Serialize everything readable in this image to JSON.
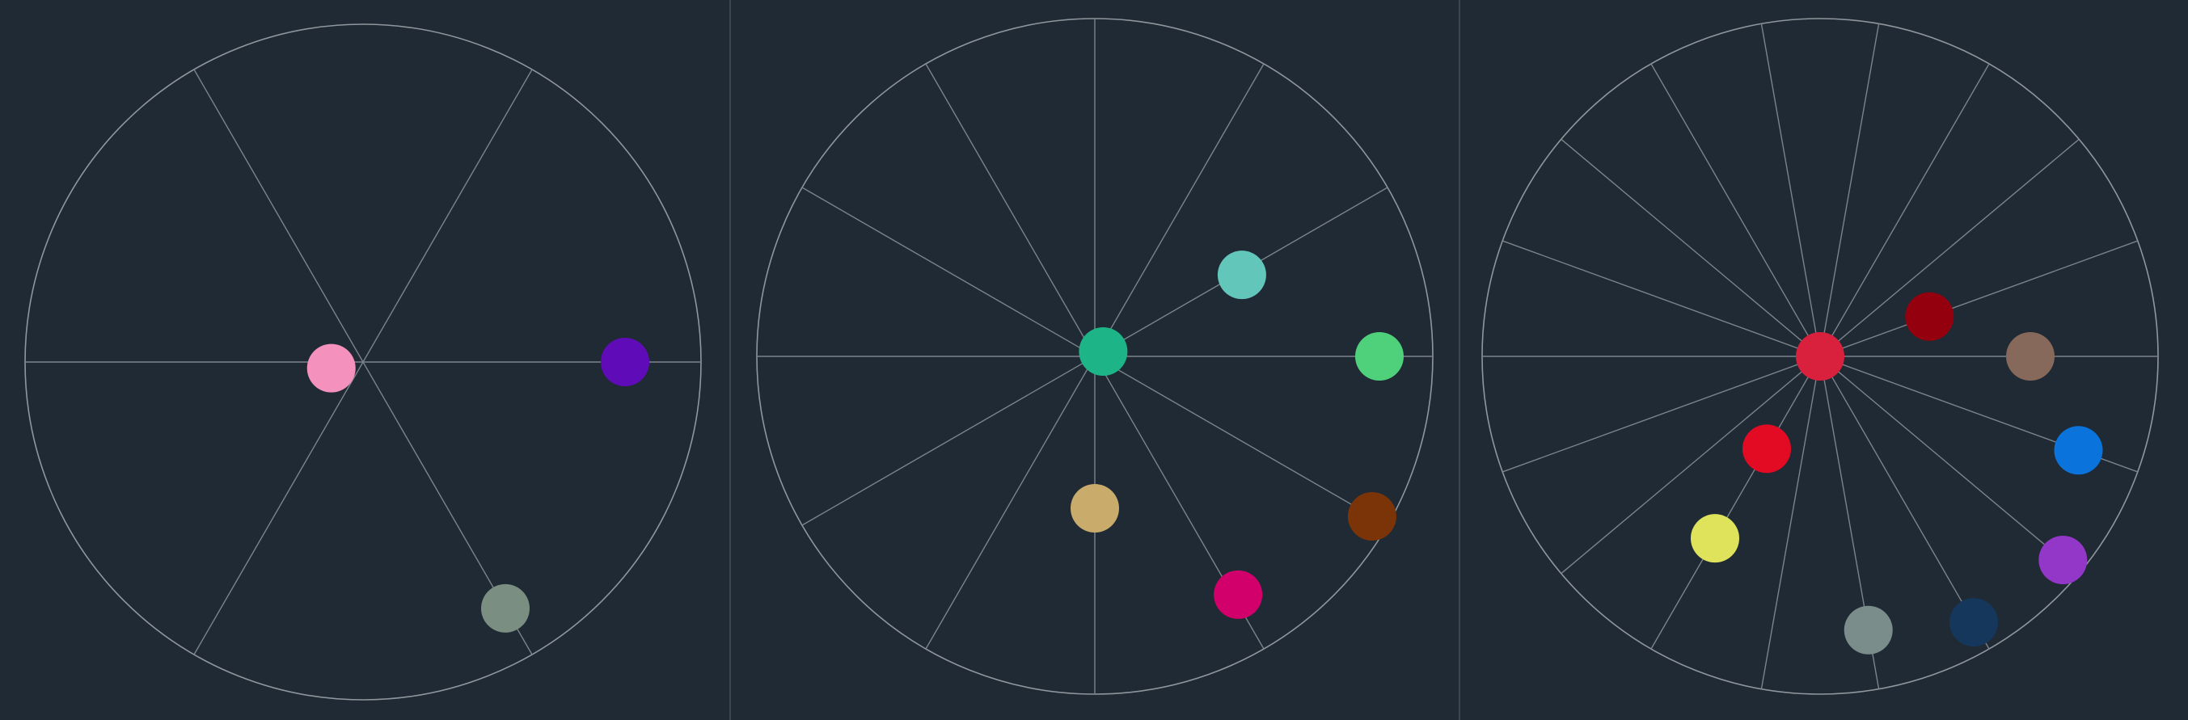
{
  "theme": {
    "background": "#202a34",
    "divider": "#3a4552",
    "wheel_stroke": "#8f969d",
    "spoke_stroke": "#7b838b"
  },
  "panels": [
    {
      "name": "wheel-3-axes",
      "axes": 3,
      "markers": [
        {
          "name": "pink-marker",
          "color": "#f492bd",
          "angle_deg": 191,
          "radius": 0.1
        },
        {
          "name": "purple-marker",
          "color": "#5f0bb7",
          "angle_deg": 0,
          "radius": 0.81
        },
        {
          "name": "gray-green-marker",
          "color": "#7a8f82",
          "angle_deg": 300,
          "radius": 0.88
        }
      ]
    },
    {
      "name": "wheel-6-axes",
      "axes": 6,
      "markers": [
        {
          "name": "green-center-marker",
          "color": "#1db588",
          "angle_deg": 30,
          "radius": 0.03
        },
        {
          "name": "teal-marker",
          "color": "#63c6ba",
          "angle_deg": 29,
          "radius": 0.52
        },
        {
          "name": "green-marker",
          "color": "#4fd07a",
          "angle_deg": 0,
          "radius": 0.88
        },
        {
          "name": "brown-marker",
          "color": "#7a3408",
          "angle_deg": 330,
          "radius": 0.99
        },
        {
          "name": "magenta-marker",
          "color": "#d1006b",
          "angle_deg": 301,
          "radius": 0.86
        },
        {
          "name": "tan-marker",
          "color": "#c9ab6c",
          "angle_deg": 270,
          "radius": 0.47
        }
      ]
    },
    {
      "name": "wheel-9-axes",
      "axes": 9,
      "markers": [
        {
          "name": "crimson-center-marker",
          "color": "#d9213d",
          "angle_deg": 0,
          "radius": 0.0
        },
        {
          "name": "dark-red-marker",
          "color": "#94000e",
          "angle_deg": 20,
          "radius": 0.36
        },
        {
          "name": "brown-marker",
          "color": "#86695a",
          "angle_deg": 0,
          "radius": 0.65
        },
        {
          "name": "blue-marker",
          "color": "#0a73dc",
          "angle_deg": 340,
          "radius": 0.85
        },
        {
          "name": "violet-marker",
          "color": "#9237c8",
          "angle_deg": 320,
          "radius": 0.98
        },
        {
          "name": "navy-marker",
          "color": "#16375c",
          "angle_deg": 300,
          "radius": 0.95
        },
        {
          "name": "slate-marker",
          "color": "#7b8d8b",
          "angle_deg": 280,
          "radius": 0.86
        },
        {
          "name": "yellow-marker",
          "color": "#dfe35b",
          "angle_deg": 240,
          "radius": 0.65
        },
        {
          "name": "red-marker",
          "color": "#e30b24",
          "angle_deg": 240,
          "radius": 0.33
        }
      ]
    }
  ]
}
